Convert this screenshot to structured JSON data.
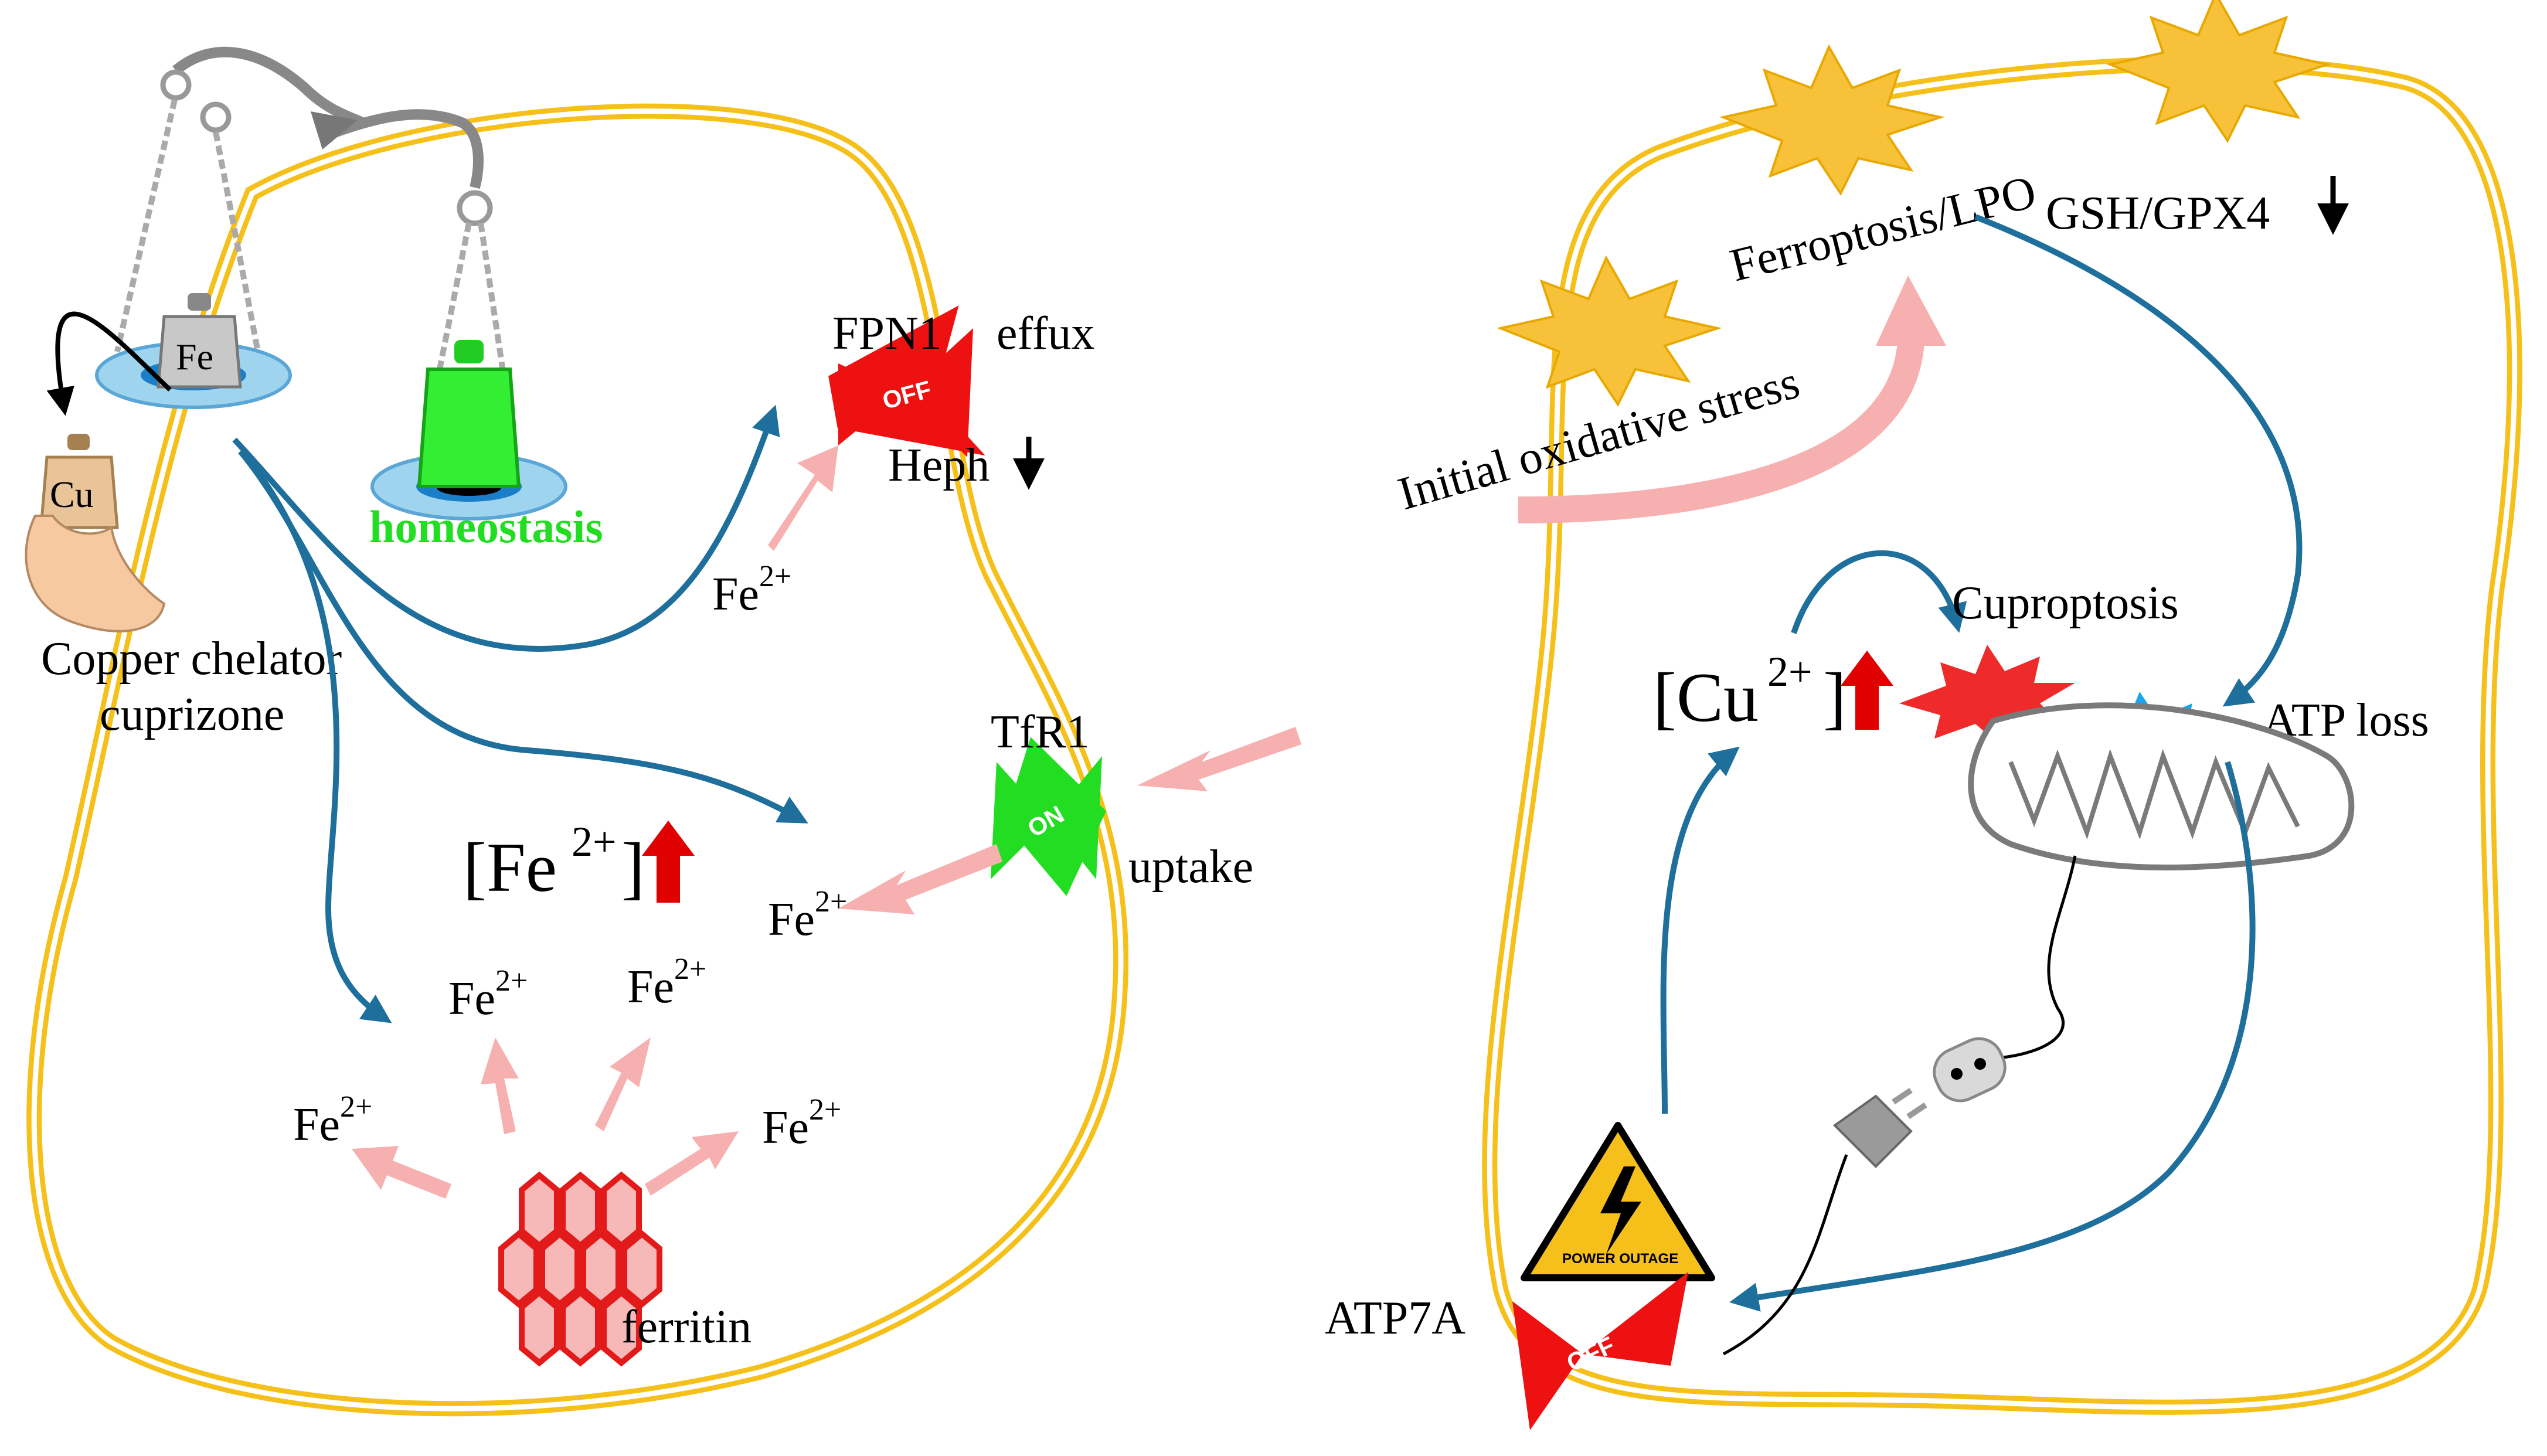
{
  "left_cell": {
    "weights": {
      "fe": "Fe",
      "cu": "Cu"
    },
    "homeostasis": "homeostasis",
    "chelator_line1": "Copper chelator",
    "chelator_line2": "cuprizone",
    "fpn1": "FPN1",
    "effux": "effux",
    "fpn1_state": "OFF",
    "heph": "Heph",
    "tfr1": "TfR1",
    "tfr1_state": "ON",
    "uptake": "uptake",
    "fe_ion": "Fe",
    "ion_charge": "2+",
    "fe_concentration_bracket_open": "[Fe",
    "fe_concentration_bracket_close": "]",
    "ferritin": "ferritin"
  },
  "right_cell": {
    "ferroptosis": "Ferroptosis/LPO",
    "gsh": "GSH/GPX4",
    "initial_stress": "Initial oxidative stress",
    "cuproptosis": "Cuproptosis",
    "cu_bracket_open": "[Cu",
    "cu_charge": "2+",
    "cu_bracket_close": "]",
    "atp_loss": "ATP loss",
    "power_outage": "POWER OUTAGE",
    "atp7a": "ATP7A",
    "atp7a_state": "OFF"
  },
  "colors": {
    "membrane": "#f5c01a",
    "arrow_blue": "#1f6f9c",
    "arrow_pink": "#f7b0b0",
    "gate_off": "#ee1111",
    "gate_on": "#22dd22",
    "up_arrow": "#e00000"
  }
}
